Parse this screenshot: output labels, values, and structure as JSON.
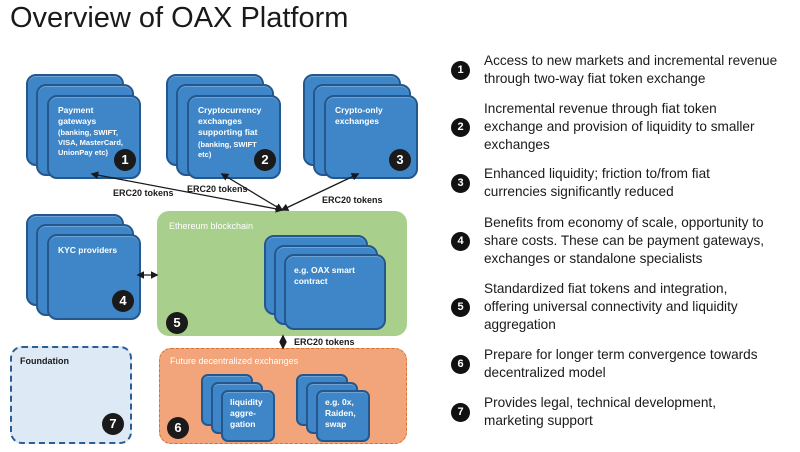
{
  "title": "Overview of OAX Platform",
  "nodes": {
    "payment": {
      "title": "Payment gateways",
      "sub": [
        "(banking, SWIFT,",
        "VISA, MasterCard,",
        "UnionPay etc)"
      ],
      "badge": "1"
    },
    "crypto_fiat": {
      "title": [
        "Cryptocurrency",
        "exchanges",
        "supporting fiat"
      ],
      "sub": [
        "(banking, SWIFT",
        "etc)"
      ],
      "badge": "2"
    },
    "crypto_only": {
      "title": [
        "Crypto-only",
        "exchanges"
      ],
      "badge": "3"
    },
    "kyc": {
      "title": "KYC providers",
      "badge": "4"
    },
    "oax_contract": {
      "title": [
        "e.g. OAX smart",
        "contract"
      ]
    },
    "liquidity": {
      "title": [
        "liquidity",
        "aggre-",
        "gation"
      ]
    },
    "zerox": {
      "title": [
        "e.g. 0x,",
        "Raiden,",
        "swap"
      ]
    }
  },
  "zones": {
    "ethereum": {
      "label": "Ethereum blockchain",
      "badge": "5"
    },
    "future": {
      "label": "Future decentralized exchanges",
      "badge": "6"
    },
    "foundation": {
      "label": "Foundation",
      "badge": "7"
    }
  },
  "edge_labels": [
    "ERC20 tokens",
    "ERC20 tokens",
    "ERC20 tokens",
    "ERC20 tokens"
  ],
  "benefits": [
    {
      "num": "1",
      "lines": [
        "Access to new markets and incremental revenue",
        "through two-way fiat token exchange"
      ]
    },
    {
      "num": "2",
      "lines": [
        "Incremental revenue through fiat token",
        "exchange and provision of liquidity to smaller",
        "exchanges"
      ]
    },
    {
      "num": "3",
      "lines": [
        "Enhanced liquidity; friction to/from fiat",
        "currencies significantly reduced"
      ]
    },
    {
      "num": "4",
      "lines": [
        "Benefits from economy of scale, opportunity to",
        "share costs. These can be payment gateways,",
        "exchanges or standalone specialists"
      ]
    },
    {
      "num": "5",
      "lines": [
        "Standardized fiat tokens and integration,",
        "offering universal connectivity and liquidity",
        "aggregation"
      ]
    },
    {
      "num": "6",
      "lines": [
        "Prepare for longer term convergence towards",
        "decentralized model"
      ]
    },
    {
      "num": "7",
      "lines": [
        "Provides legal, technical development,",
        "marketing support"
      ]
    }
  ],
  "colors": {
    "card": "#3e86c7",
    "card_border": "#23578d",
    "ethereum": "#a8cf8b",
    "future": "#f2a57a",
    "foundation": "#dde9f5"
  }
}
